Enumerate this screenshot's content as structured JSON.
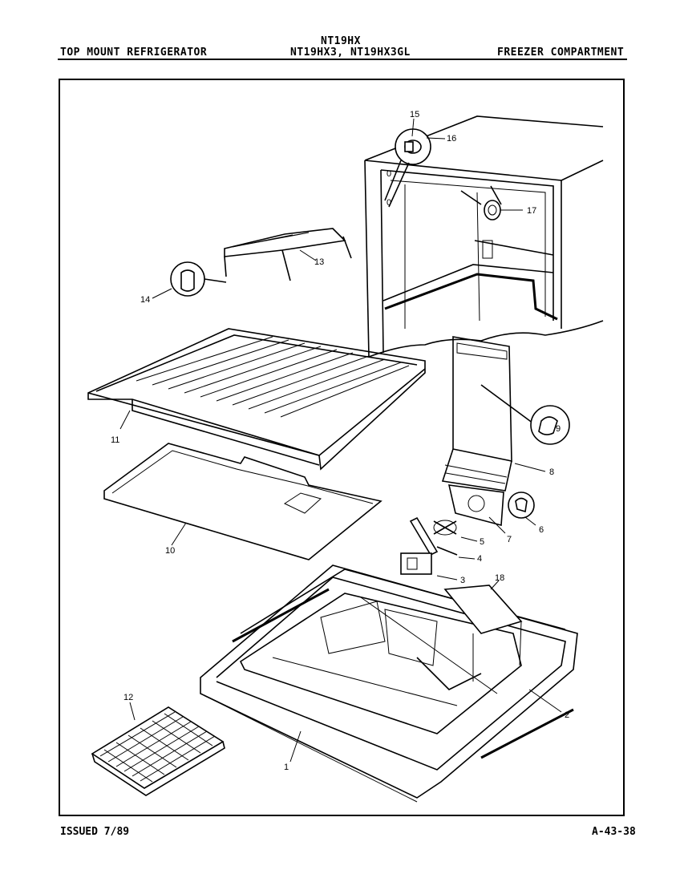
{
  "header": {
    "left": "TOP MOUNT REFRIGERATOR",
    "center_line1": "NT19HX",
    "center_line2": "NT19HX3, NT19HX3GL",
    "right": "FREEZER COMPARTMENT"
  },
  "footer": {
    "issued": "ISSUED 7/89",
    "doc_number": "A-43-38"
  },
  "callouts": [
    "15",
    "16",
    "17",
    "13",
    "14",
    "11",
    "9",
    "8",
    "10",
    "6",
    "7",
    "5",
    "4",
    "3",
    "18",
    "12",
    "2",
    "1"
  ]
}
